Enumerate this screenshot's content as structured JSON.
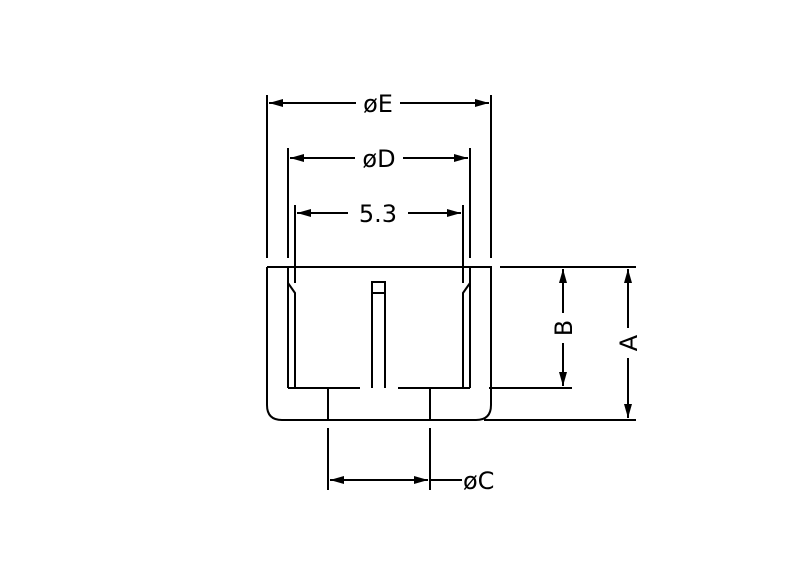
{
  "drawing": {
    "dimensions": {
      "E": "øE",
      "D": "øD",
      "width": "5.3",
      "B": "B",
      "A": "A",
      "C": "øC"
    },
    "line_color": "#000000"
  }
}
